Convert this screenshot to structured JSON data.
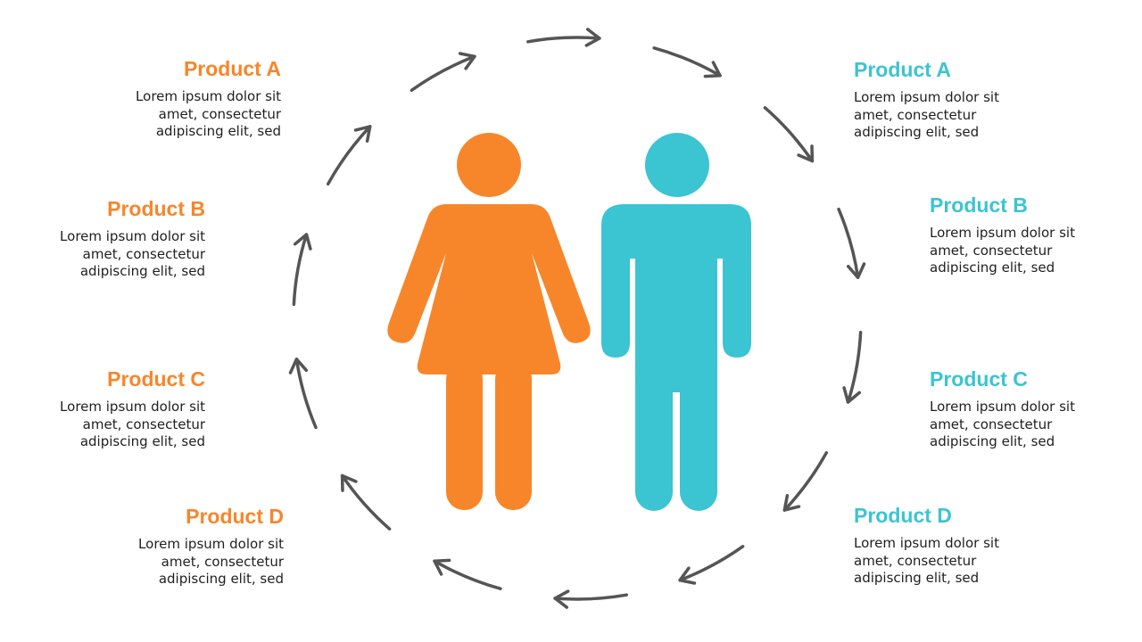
{
  "colors": {
    "female": "#f7862a",
    "male": "#3bc4d2",
    "arrow": "#555555",
    "text": "#1f1f1f"
  },
  "figures": [
    {
      "name": "female-figure-icon",
      "icon": "female-person-icon",
      "color": "#f7862a"
    },
    {
      "name": "male-figure-icon",
      "icon": "male-person-icon",
      "color": "#3bc4d2"
    }
  ],
  "left_items": [
    {
      "title": "Product A",
      "description": "Lorem ipsum dolor sit\namet, consectetur\nadipiscing elit, sed"
    },
    {
      "title": "Product B",
      "description": "Lorem ipsum dolor sit\namet, consectetur\nadipiscing elit, sed"
    },
    {
      "title": "Product C",
      "description": "Lorem ipsum dolor sit\namet, consectetur\nadipiscing elit, sed"
    },
    {
      "title": "Product D",
      "description": "Lorem ipsum dolor sit\namet, consectetur\nadipiscing elit, sed"
    }
  ],
  "right_items": [
    {
      "title": "Product A",
      "description": "Lorem ipsum dolor sit\namet, consectetur\nadipiscing elit, sed"
    },
    {
      "title": "Product B",
      "description": "Lorem ipsum dolor sit\namet, consectetur\nadipiscing elit, sed"
    },
    {
      "title": "Product C",
      "description": "Lorem ipsum dolor sit\namet, consectetur\nadipiscing elit, sed"
    },
    {
      "title": "Product D",
      "description": "Lorem ipsum dolor sit\namet, consectetur\nadipiscing elit, sed"
    }
  ],
  "cycle": {
    "direction": "clockwise",
    "arrow_count": 14,
    "arrow_icon": "curved-arrow-icon"
  }
}
